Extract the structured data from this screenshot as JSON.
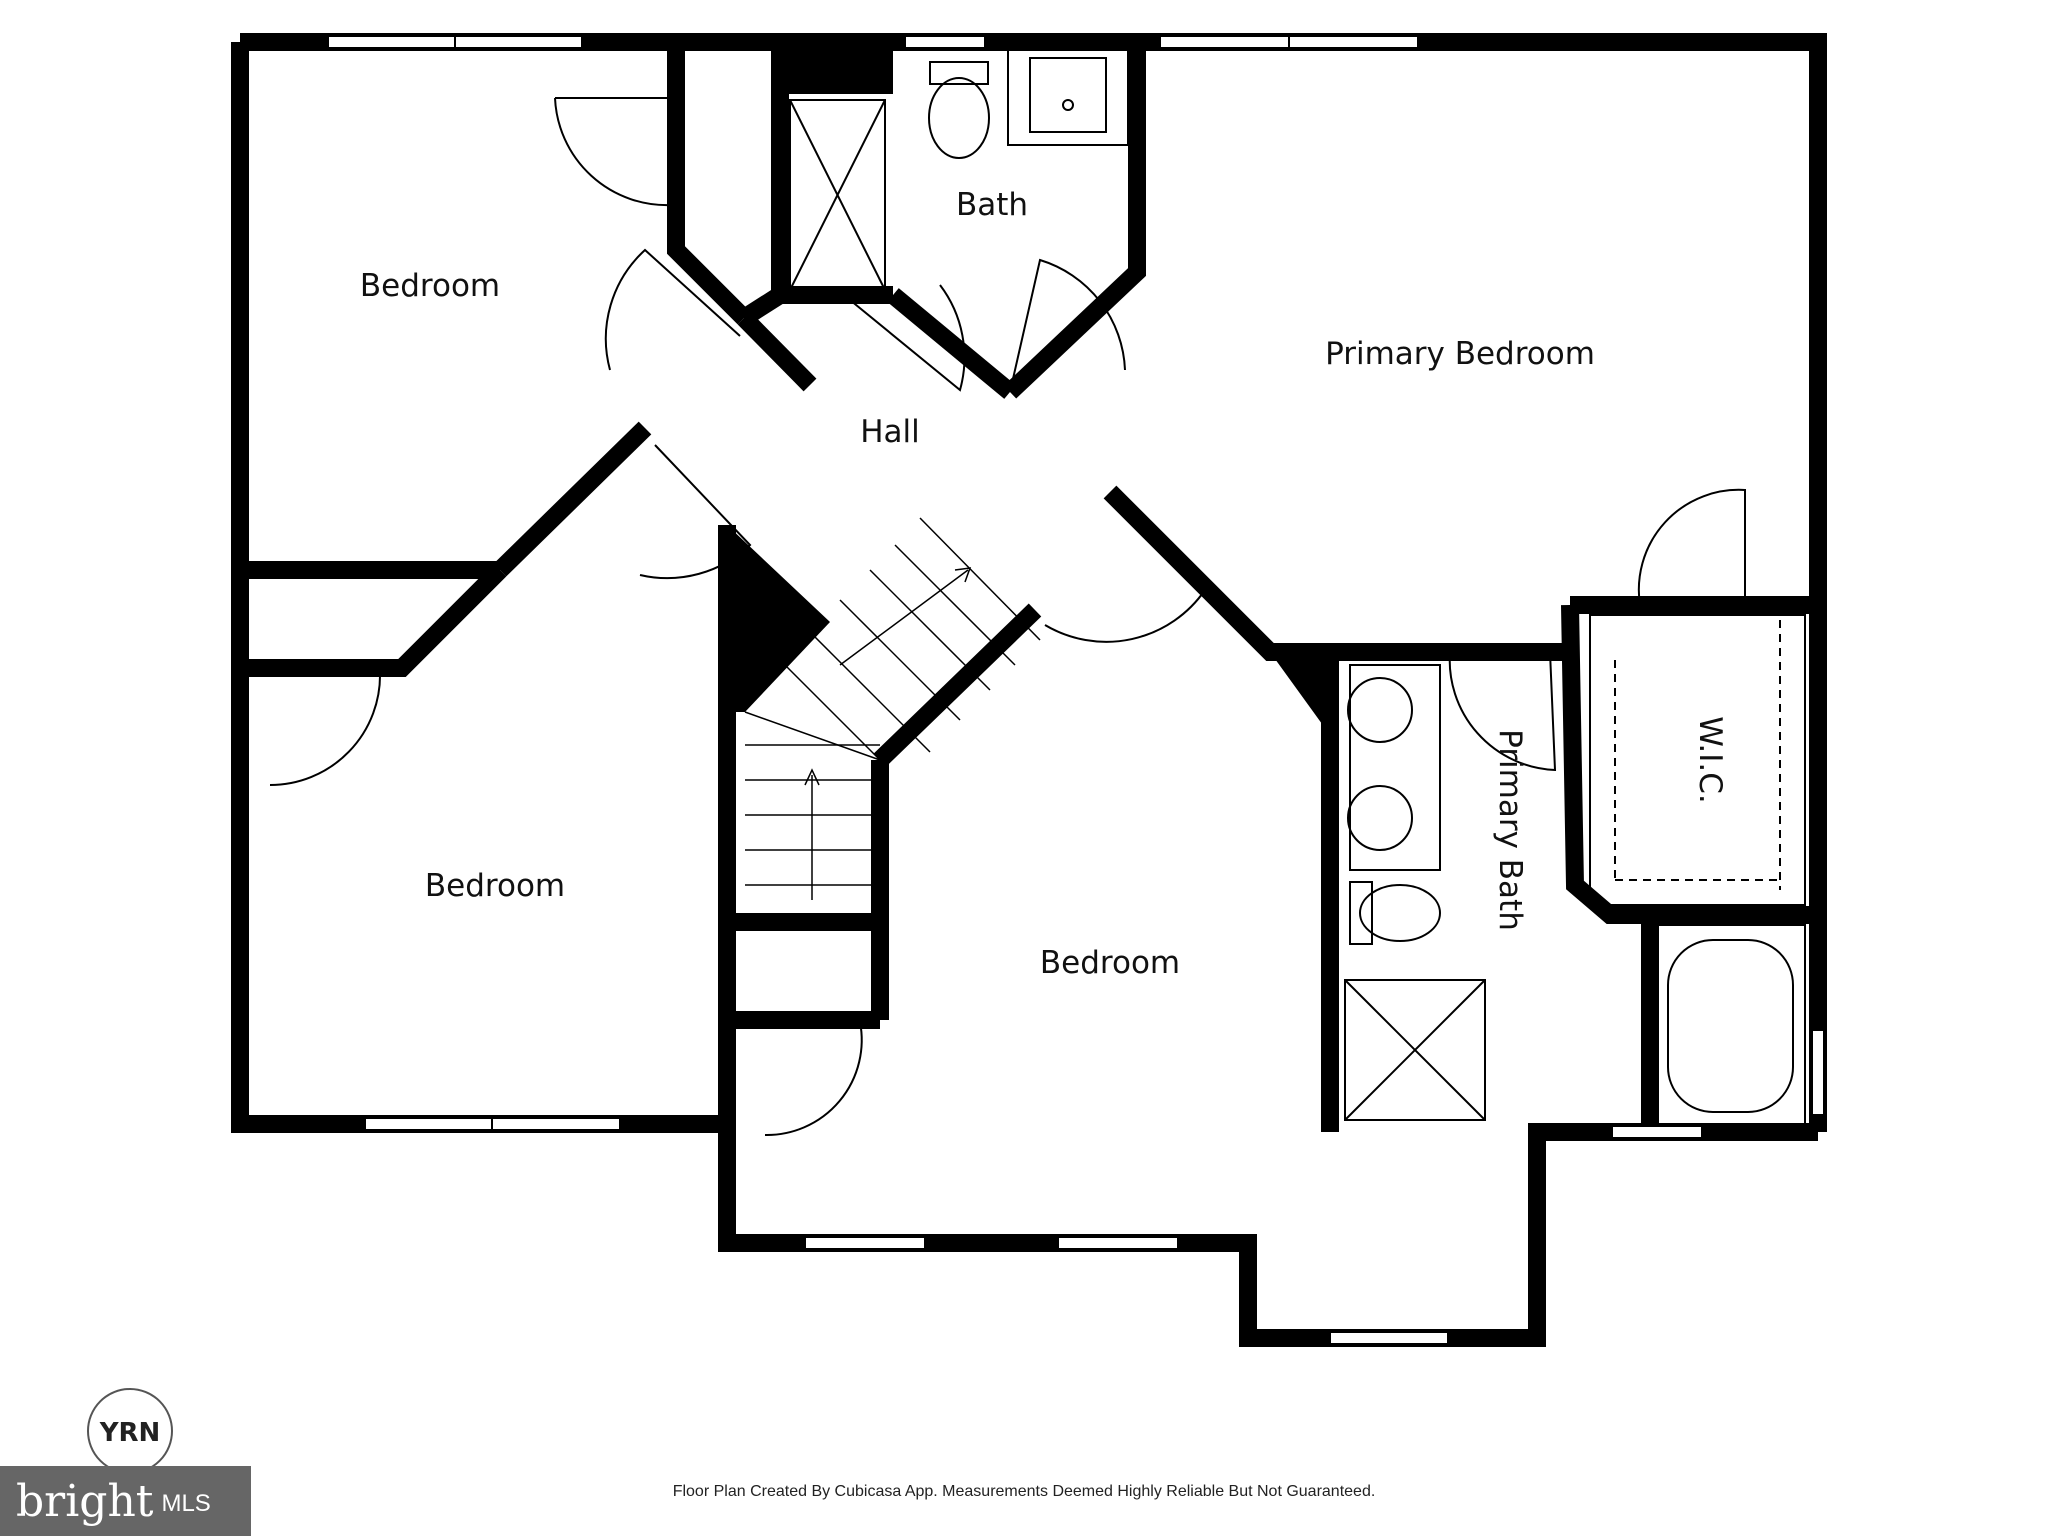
{
  "rooms": {
    "bedroom_nw": "Bedroom",
    "bath": "Bath",
    "hall": "Hall",
    "primary_bedroom": "Primary Bedroom",
    "bedroom_w": "Bedroom",
    "bedroom_s": "Bedroom",
    "primary_bath": "Primary Bath",
    "wic": "W.I.C."
  },
  "footer": {
    "disclaimer": "Floor Plan Created By Cubicasa App. Measurements Deemed Highly Reliable But Not Guaranteed."
  },
  "logo": {
    "brand": "bright",
    "mls": "MLS",
    "seal_text": "YRN"
  },
  "colors": {
    "wall": "#000000",
    "background": "#ffffff",
    "logo_bg": "#666666"
  }
}
